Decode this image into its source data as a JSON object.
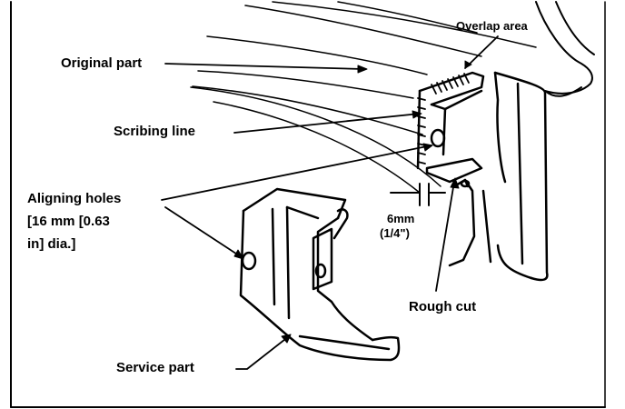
{
  "labels": {
    "overlap_area": "Overlap area",
    "original_part": "Original part",
    "scribing_line": "Scribing line",
    "aligning_holes_line1": "Aligning holes",
    "aligning_holes_line2": "[16 mm [0.63",
    "aligning_holes_line3": "in] dia.]",
    "dimension_mm": "6mm",
    "dimension_in": "(1/4\")",
    "rough_cut": "Rough cut",
    "service_part": "Service part"
  },
  "colors": {
    "ink": "#000000",
    "paper": "#ffffff"
  }
}
